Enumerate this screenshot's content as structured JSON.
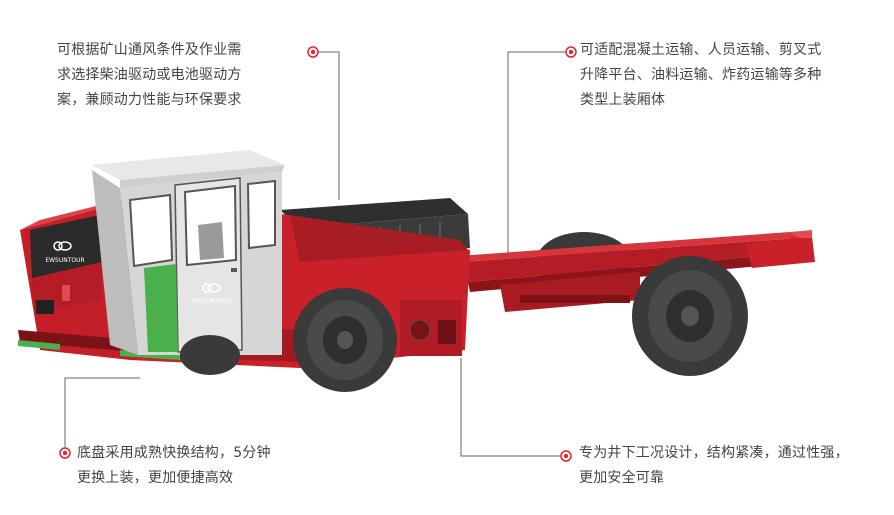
{
  "colors": {
    "accent": "#e5242d",
    "body_red": "#c9202a",
    "text": "#444444",
    "leader_line": "#666666"
  },
  "vehicle": {
    "logo_text": "EWSUNTOUR"
  },
  "callouts": {
    "top_left": {
      "lines": [
        "可根据矿山通风条件及作业需",
        "求选择柴油驱动或电池驱动方",
        "案，兼顾动力性能与环保要求"
      ]
    },
    "top_right": {
      "lines": [
        "可适配混凝土运输、人员运输、剪叉式",
        "升降平台、油料运输、炸药运输等多种",
        "类型上装厢体"
      ]
    },
    "bottom_left": {
      "lines": [
        "底盘采用成熟快换结构，5分钟",
        "更换上装，更加便捷高效"
      ]
    },
    "bottom_right": {
      "lines": [
        "专为井下工况设计，结构紧凑，通过性强，",
        "更加安全可靠"
      ]
    }
  }
}
